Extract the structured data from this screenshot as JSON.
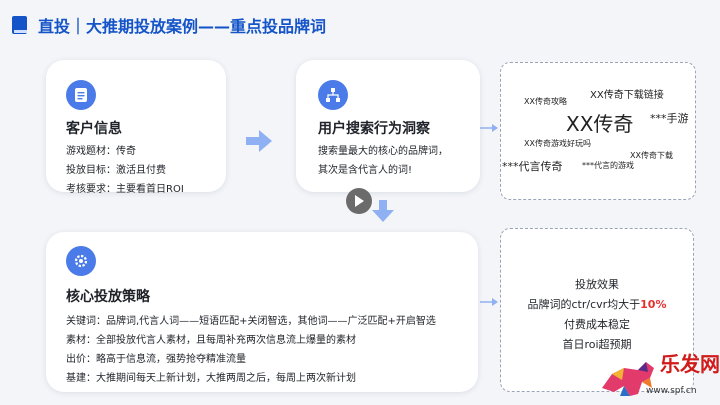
{
  "title": "直投｜大推期投放案例——重点投品牌词",
  "card1": {
    "heading": "客户信息",
    "lines": [
      "游戏题材：传奇",
      "投放目标：激活且付费",
      "考核要求：主要看首日ROI"
    ]
  },
  "card2": {
    "heading": "用户搜索行为洞察",
    "lines": [
      "搜索量最大的核心的品牌词，",
      "其次是含代言人的词!"
    ]
  },
  "wordcloud": [
    "XX传奇下载链接",
    "XX传奇攻略",
    "XX传奇",
    "***手游",
    "XX传奇游戏好玩吗",
    "XX传奇下载",
    "***代言传奇",
    "***代言的游戏"
  ],
  "card3": {
    "heading": "核心投放策略",
    "lines": [
      "关键词：品牌词,代言人词——短语匹配+关闭智选，其他词——广泛匹配+开启智选",
      "素材：全部投放代言人素材，且每周补充两次信息流上爆量的素材",
      "出价：略高于信息流，强势抢夺精准流量",
      "基建：大推期间每天上新计划，大推两周之后，每周上两次新计划"
    ]
  },
  "effect": {
    "heading": "投放效果",
    "line1_prefix": "品牌词的ctr/cvr均大于",
    "line1_value": "10%",
    "line2": "付费成本稳定",
    "line3": "首日roi超预期"
  },
  "watermark": {
    "name": "乐发网",
    "url": "www.spf.cn"
  },
  "colors": {
    "title_blue": "#1554c8",
    "icon_blue": "#4a7be8",
    "highlight_red": "#e6312f"
  }
}
